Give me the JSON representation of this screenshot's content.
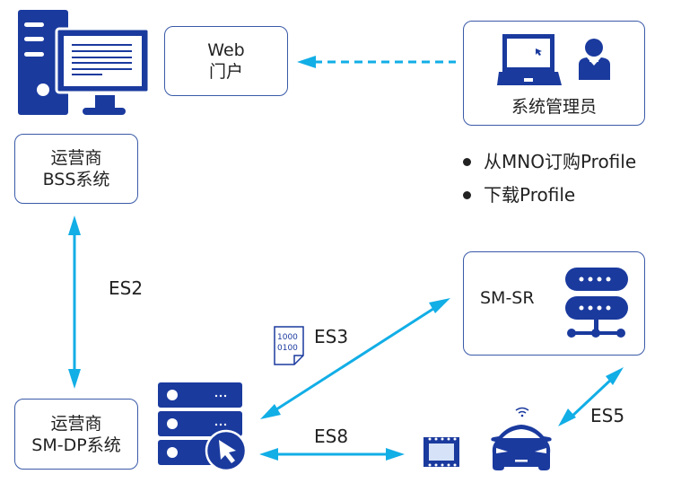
{
  "colors": {
    "primary": "#1a3a9e",
    "arrow": "#12aee6",
    "border": "#3a5aa8"
  },
  "nodes": {
    "web_portal": {
      "line1": "Web",
      "line2": "门户"
    },
    "bss": {
      "line1": "运营商",
      "line2": "BSS系统"
    },
    "sm_dp": {
      "line1": "运营商",
      "line2": "SM-DP系统"
    },
    "admin": {
      "label": "系统管理员"
    },
    "sm_sr": {
      "label": "SM-SR"
    }
  },
  "admin_tasks": [
    "从MNO订购Profile",
    "下载Profile"
  ],
  "interfaces": {
    "es2": "ES2",
    "es3": "ES3",
    "es8": "ES8",
    "es5": "ES5"
  },
  "binary_doc": {
    "line1": "1000",
    "line2": "0100"
  },
  "icons": [
    "desktop-computer-icon",
    "laptop-icon",
    "admin-person-icon",
    "server-cursor-icon",
    "server-network-icon",
    "binary-document-icon",
    "sim-chip-icon",
    "car-icon",
    "wifi-icon"
  ]
}
